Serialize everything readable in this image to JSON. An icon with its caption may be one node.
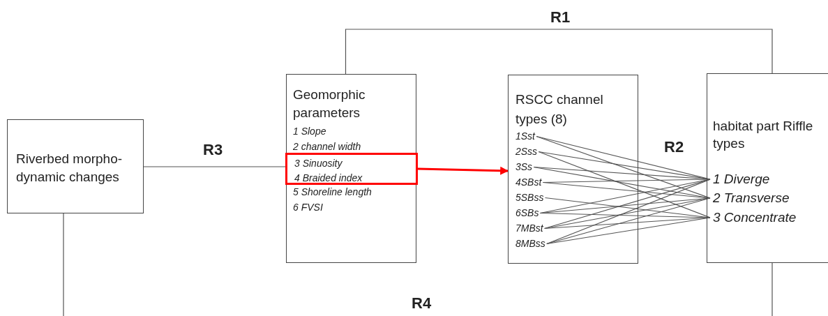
{
  "diagram": {
    "nodes": [
      {
        "text": [
          "Riverbed morpho-dynamic changes"
        ]
      },
      {
        "text": [
          "Geomorphic parameters",
          "1 Slope",
          "2 channel width",
          "5 Shoreline length",
          "6 FVSI"
        ]
      },
      {
        "text": [
          "3 Sinuosity",
          "4 Braided index"
        ],
        "in": 1
      },
      {
        "text": [
          "RSCC channel types (8)"
        ]
      },
      {
        "text": [
          "1Sst"
        ],
        "in": 3
      },
      {
        "text": [
          "2Sss"
        ],
        "in": 3
      },
      {
        "text": [
          "3Ss"
        ],
        "in": 3
      },
      {
        "text": [
          "4SBst"
        ],
        "in": 3
      },
      {
        "text": [
          "5SBss"
        ],
        "in": 3
      },
      {
        "text": [
          "6SBs"
        ],
        "in": 3
      },
      {
        "text": [
          "7MBst"
        ],
        "in": 3
      },
      {
        "text": [
          "8MBss"
        ],
        "in": 3
      },
      {
        "text": [
          "habitat part Riffle types"
        ]
      },
      {
        "text": [
          "1 Diverge"
        ],
        "in": 12
      },
      {
        "text": [
          "2 Transverse"
        ],
        "in": 12
      },
      {
        "text": [
          "3 Concentrate"
        ],
        "in": 12
      }
    ],
    "edges": [
      {
        "from": 1,
        "to": 12,
        "arrow": "none",
        "label": "R1"
      },
      {
        "from": 0,
        "to": 1,
        "arrow": "none",
        "label": "R3"
      },
      {
        "from": 0,
        "to": 12,
        "arrow": "none",
        "label": "R4"
      },
      {
        "from": 2,
        "to": 3,
        "arrow": "to",
        "style": "thick",
        "color": "#ff0000"
      },
      {
        "from": 4,
        "to": 13,
        "arrow": "none"
      },
      {
        "from": 4,
        "to": 14,
        "arrow": "none"
      },
      {
        "from": 5,
        "to": 13,
        "arrow": "none"
      },
      {
        "from": 5,
        "to": 15,
        "arrow": "none"
      },
      {
        "from": 6,
        "to": 13,
        "arrow": "none"
      },
      {
        "from": 6,
        "to": 14,
        "arrow": "none"
      },
      {
        "from": 7,
        "to": 13,
        "arrow": "none"
      },
      {
        "from": 7,
        "to": 14,
        "arrow": "none"
      },
      {
        "from": 8,
        "to": 15,
        "arrow": "none"
      },
      {
        "from": 9,
        "to": 13,
        "arrow": "none"
      },
      {
        "from": 9,
        "to": 14,
        "arrow": "none"
      },
      {
        "from": 9,
        "to": 15,
        "arrow": "none"
      },
      {
        "from": 10,
        "to": 13,
        "arrow": "none"
      },
      {
        "from": 10,
        "to": 14,
        "arrow": "none"
      },
      {
        "from": 10,
        "to": 15,
        "arrow": "none"
      },
      {
        "from": 11,
        "to": 13,
        "arrow": "none"
      },
      {
        "from": 11,
        "to": 14,
        "arrow": "none"
      },
      {
        "from": 11,
        "to": 15,
        "arrow": "none"
      }
    ],
    "labels": [
      "R2"
    ]
  }
}
